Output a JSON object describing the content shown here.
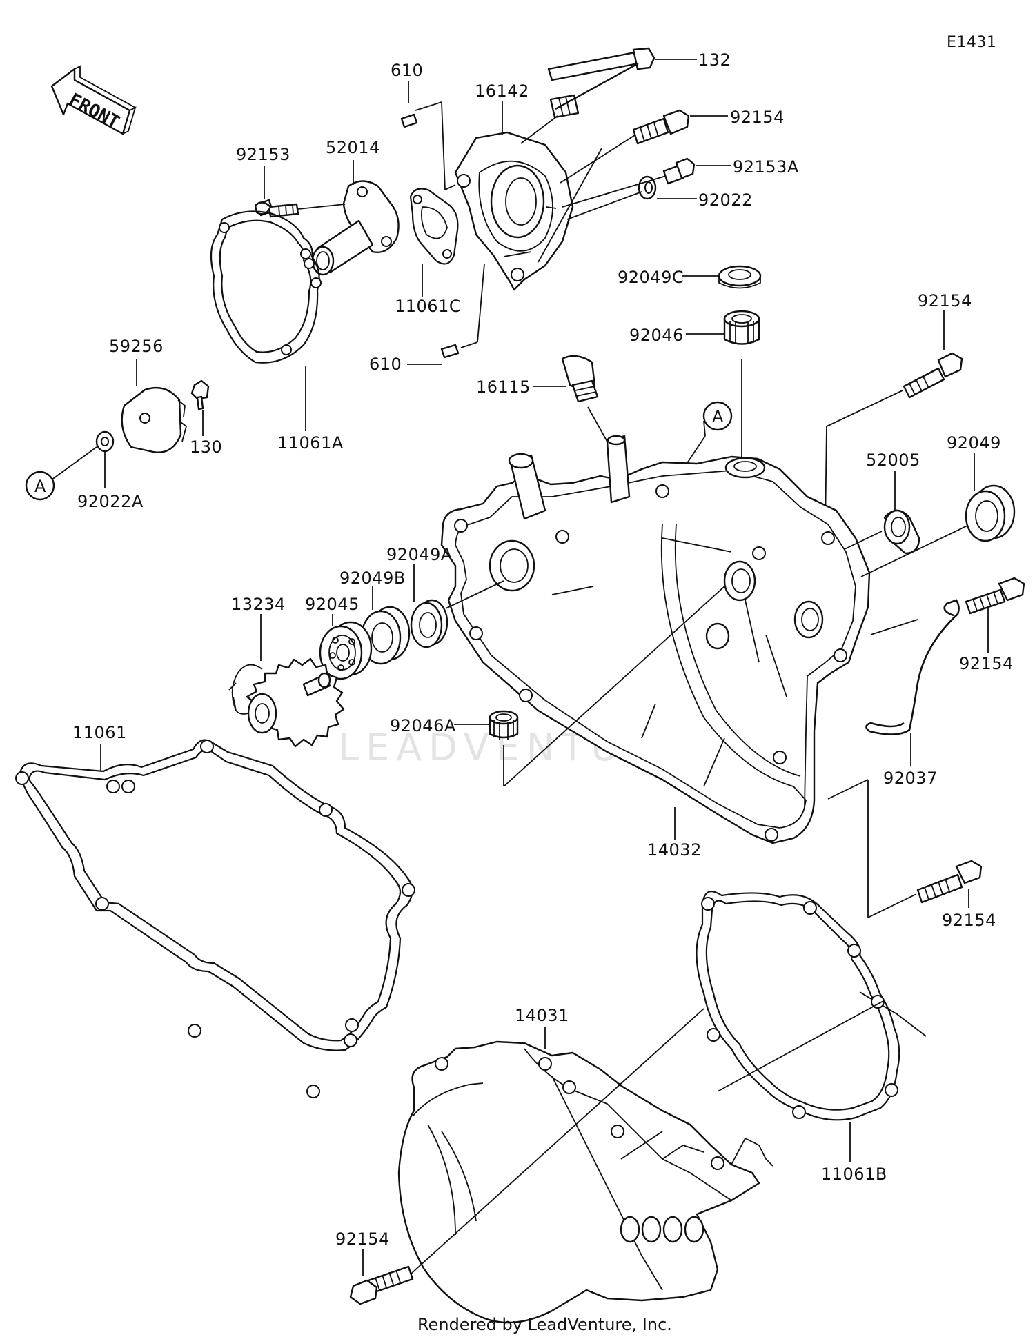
{
  "diagram_code": "E1431",
  "front_label": "FRONT",
  "callout_marker": "A",
  "watermark": "LEADVENTURE",
  "footer": "Rendered by LeadVenture, Inc.",
  "labels": {
    "p132": "132",
    "p610_top": "610",
    "p16142": "16142",
    "p92154_top": "92154",
    "p92153": "92153",
    "p52014": "52014",
    "p92153A": "92153A",
    "p92022": "92022",
    "p11061C": "11061C",
    "p92049C": "92049C",
    "p92154_r1": "92154",
    "p92046": "92046",
    "p610_mid": "610",
    "p59256": "59256",
    "p16115": "16115",
    "p130": "130",
    "p11061A": "11061A",
    "p92022A": "92022A",
    "p52005": "52005",
    "p92049": "92049",
    "p92049A": "92049A",
    "p92049B": "92049B",
    "p92045": "92045",
    "p13234": "13234",
    "p92154_r2": "92154",
    "p11061": "11061",
    "p92046A": "92046A",
    "p92037": "92037",
    "p14032": "14032",
    "p92154_r3": "92154",
    "p14031": "14031",
    "p11061B": "11061B",
    "p92154_bot": "92154"
  }
}
